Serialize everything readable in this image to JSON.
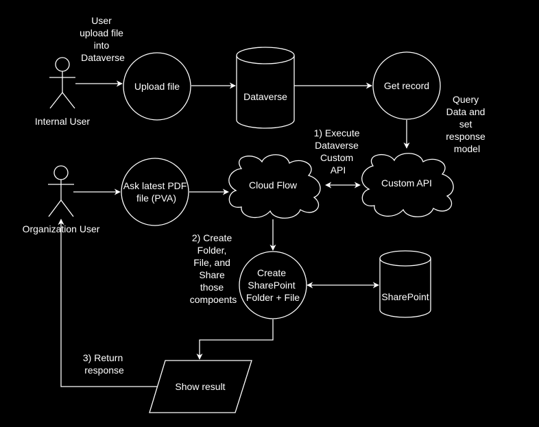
{
  "colors": {
    "background": "#000000",
    "stroke": "#ffffff",
    "text": "#ffffff"
  },
  "actors": {
    "internal_user": "Internal User",
    "organization_user": "Organization User"
  },
  "nodes": {
    "upload_file": "Upload file",
    "dataverse": "Dataverse",
    "get_record": "Get record",
    "ask_pdf": [
      "Ask latest PDF",
      "file (PVA)"
    ],
    "cloud_flow": "Cloud Flow",
    "custom_api": "Custom API",
    "create_sharepoint": [
      "Create",
      "SharePoint",
      "Folder + File"
    ],
    "sharepoint": "SharePoint",
    "show_result": "Show result"
  },
  "annotations": {
    "user_upload": [
      "User",
      "upload file",
      "into",
      "Dataverse"
    ],
    "query_data": [
      "Query",
      "Data and",
      "set",
      "response",
      "model"
    ],
    "execute_api": [
      "1) Execute",
      "Dataverse",
      "Custom",
      "API"
    ],
    "create_folder": [
      "2) Create",
      "Folder,",
      "File, and",
      "Share",
      "those",
      "compoents"
    ],
    "return_response": [
      "3) Return",
      "response"
    ]
  }
}
